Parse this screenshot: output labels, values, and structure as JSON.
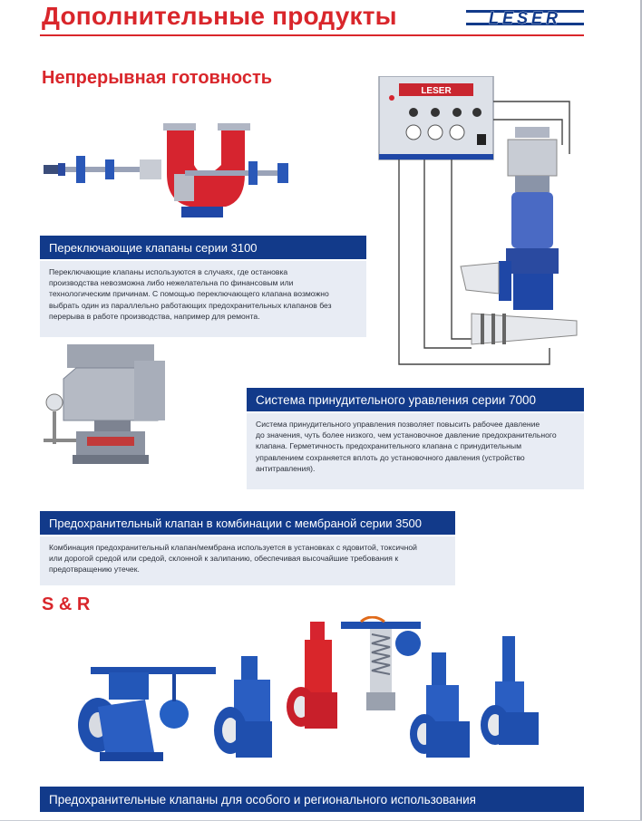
{
  "header": {
    "title": "Дополнительные продукты",
    "logo_text": "LESER"
  },
  "continuous": {
    "heading": "Непрерывная готовность"
  },
  "series3100": {
    "title": "Переключающие клапаны серии 3100",
    "lines": [
      "Переключающие клапаны используются в случаях, где остановка",
      "производства невозможна либо нежелательна по финансовым или",
      "технологическим причинам. С помощью переключающего клапана возможно",
      "выбрать один из параллельно работающих предохранительных клапанов без",
      "перерыва в работе производства, например для ремонта."
    ]
  },
  "series7000": {
    "title": "Система принудительного уравления серии 7000",
    "lines": [
      "Система принудительного управления позволяет повысить рабочее давление",
      "до значения, чуть более низкого, чем установочное давление предохранительного",
      "клапана. Герметичность предохранительного клапана с принудительным",
      "управлением сохраняется вплоть до установочного давления (устройство",
      "антитравления)."
    ],
    "panel_label": "LESER"
  },
  "series3500": {
    "title": "Предохранительный клапан в комбинации с мембраной серии 3500",
    "lines": [
      "Комбинация предохранительный клапан/мембрана используется в установках с ядовитой, токсичной",
      "или дорогой средой или средой, склонной к залипанию, обеспечивая высочайшие требования к",
      "предотвращению утечек."
    ]
  },
  "sr": {
    "heading": "S & R"
  },
  "footer_bar": {
    "title": "Предохранительные клапаны для особого и регионального использования"
  },
  "colors": {
    "brand_red": "#d9262b",
    "brand_blue": "#123a8a",
    "box_bg": "#e8ecf4"
  }
}
